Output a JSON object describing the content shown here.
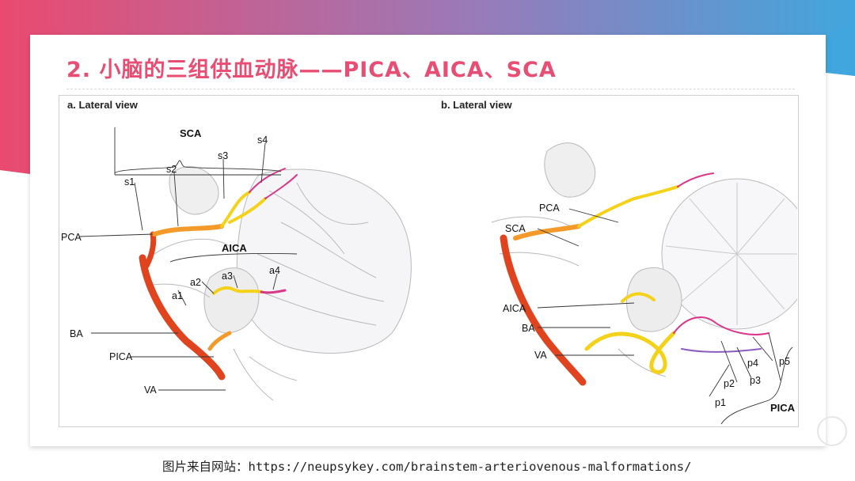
{
  "slide": {
    "title": "2. 小脑的三组供血动脉——PICA、AICA、SCA"
  },
  "figure": {
    "panel_a": {
      "heading": "a. Lateral view",
      "labels": {
        "sca": "SCA",
        "s1": "s1",
        "s2": "s2",
        "s3": "s3",
        "s4": "s4",
        "pca": "PCA",
        "aica": "AICA",
        "a1": "a1",
        "a2": "a2",
        "a3": "a3",
        "a4": "a4",
        "ba": "BA",
        "pica": "PICA",
        "va": "VA"
      }
    },
    "panel_b": {
      "heading": "b. Lateral view",
      "labels": {
        "pca": "PCA",
        "sca": "SCA",
        "aica": "AICA",
        "ba": "BA",
        "va": "VA",
        "p1": "p1",
        "p2": "p2",
        "p3": "p3",
        "p4": "p4",
        "p5": "p5",
        "pica": "PICA"
      }
    }
  },
  "caption": {
    "prefix": "图片来自网站：",
    "url": "https://neupsykey.com/brainstem-arteriovenous-malformations/"
  },
  "colors": {
    "title": "#e84d73",
    "artery_red": "#e0441f",
    "artery_orange": "#f39a2b",
    "artery_yellow": "#f5d21a",
    "branch_magenta": "#d8378a",
    "branch_purple": "#8a5cc0"
  }
}
